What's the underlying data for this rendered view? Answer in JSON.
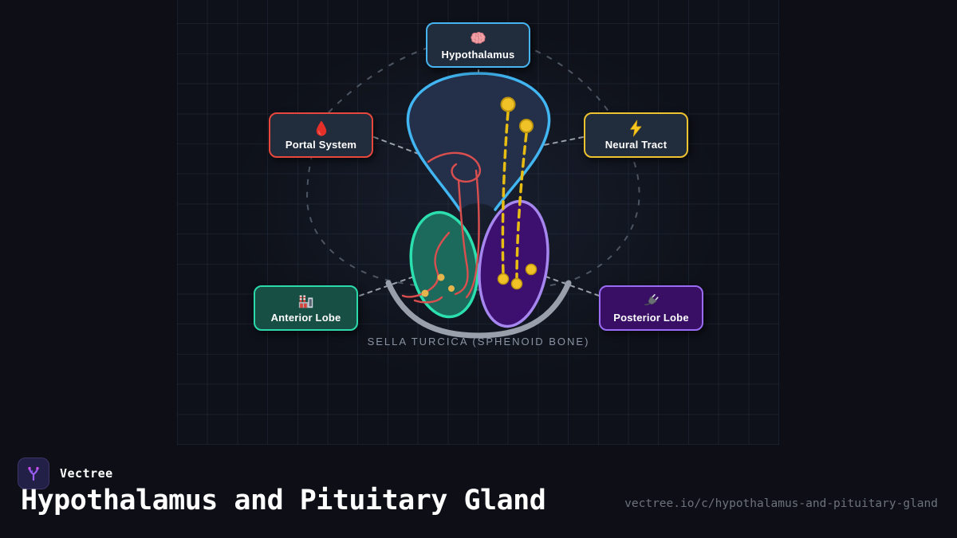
{
  "brand": {
    "name": "Vectree"
  },
  "footer": {
    "title": "Hypothalamus and Pituitary Gland",
    "url": "vectree.io/c/hypothalamus-and-pituitary-gland"
  },
  "diagram": {
    "caption": "SELLA TURCICA (SPHENOID BONE)",
    "nodes": [
      {
        "label": "Hypothalamus",
        "icon": "brain-icon",
        "accent": "#45b4f0"
      },
      {
        "label": "Portal System",
        "icon": "blood-drop-icon",
        "accent": "#e8473c"
      },
      {
        "label": "Neural Tract",
        "icon": "lightning-icon",
        "accent": "#eec32f"
      },
      {
        "label": "Anterior Lobe",
        "icon": "factory-icon",
        "accent": "#2bd9ab"
      },
      {
        "label": "Posterior Lobe",
        "icon": "plug-icon",
        "accent": "#9a6cf5"
      }
    ],
    "colors": {
      "funnel_stroke": "#41b6f2",
      "funnel_fill": "#243049",
      "anterior_fill": "#1c6a5b",
      "anterior_stroke": "#2be0ae",
      "posterior_fill": "#3d0f6e",
      "posterior_stroke": "#a687f0",
      "vessel": "#d94f4f",
      "tract": "#e7bd13",
      "neuron_fill": "#f0c228",
      "bone": "#9aa0ab",
      "guide_ring": "#58606e",
      "connector": "#a7aeb8"
    }
  }
}
